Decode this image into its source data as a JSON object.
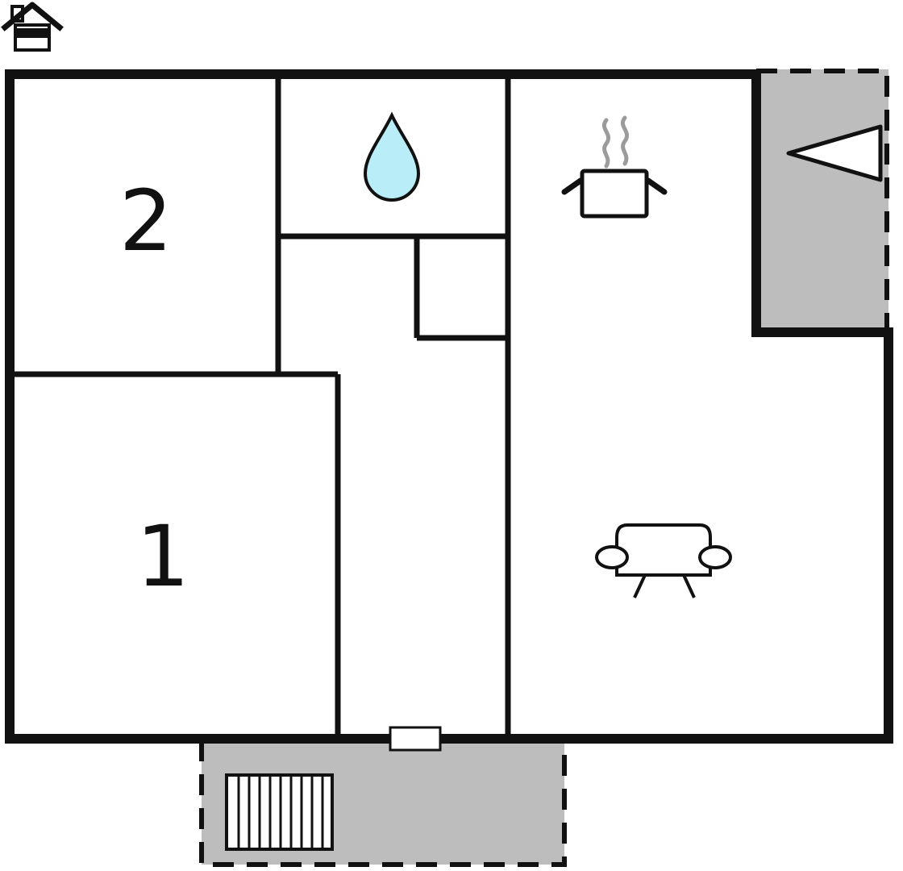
{
  "page": {
    "title": "Holiday home floor plan"
  },
  "rooms": {
    "room1": {
      "label": "1"
    },
    "room2": {
      "label": "2"
    }
  },
  "icons": {
    "house_logo": "house-icon",
    "water_drop": "water-drop-icon",
    "cooking_pot": "cooking-pot-icon",
    "steam": "steam-icon",
    "sofa": "sofa-icon",
    "entrance_arrow": "entrance-arrow-icon",
    "stairs": "stairs-icon",
    "door": "door-icon"
  },
  "colors": {
    "wall": "#111111",
    "outdoor": "#bdbdbd",
    "water": "#b9edf7",
    "steam": "#9b9b9b",
    "background": "#ffffff",
    "icon_fill": "#ffffff"
  }
}
